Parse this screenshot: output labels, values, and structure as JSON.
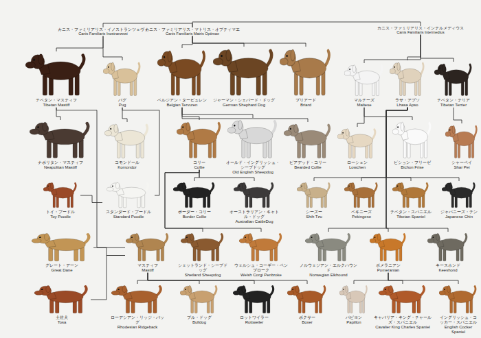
{
  "diagram": {
    "nodes": [
      {
        "text": [
          "カニス・ファミリアリス・イノストランツェヴィ",
          "Canis Familiaris Inostranzewi"
        ]
      },
      {
        "text": [
          "カニス・ファミリアリス・マトリス・オプティマエ",
          "Canis Familiaris Matris Optimae"
        ]
      },
      {
        "text": [
          "カニス・ファミリアリス・インテルメディウス",
          "Canis Familiaris Intermedius"
        ]
      },
      {
        "text": [
          "チベタン・マスティフ",
          "Tibetan Mastiff"
        ]
      },
      {
        "text": [
          "パグ",
          "Pug"
        ]
      },
      {
        "text": [
          "ベルジアン・タービュレン",
          "Belgian Tervuren"
        ]
      },
      {
        "text": [
          "ジャーマン・シェパード・ドッグ",
          "German Shephard Dog"
        ]
      },
      {
        "text": [
          "ブリアード",
          "Briard"
        ]
      },
      {
        "text": [
          "マルチーズ",
          "Maltese"
        ]
      },
      {
        "text": [
          "ラサ・アプソ",
          "Lhasa Apso"
        ]
      },
      {
        "text": [
          "チベタン・テリア",
          "Tibetan Terrier"
        ]
      },
      {
        "text": [
          "ナポリタン・マスティフ",
          "Neapolitan Mastiff"
        ]
      },
      {
        "text": [
          "コモンドール",
          "Komondor"
        ]
      },
      {
        "text": [
          "コリー",
          "Collie"
        ]
      },
      {
        "text": [
          "オールド・イングリッシュ・シープドッグ",
          "Old English Sheepdog"
        ]
      },
      {
        "text": [
          "ビアデッド・コリー",
          "Bearded Collie"
        ]
      },
      {
        "text": [
          "ローシェン",
          "Lowchen"
        ]
      },
      {
        "text": [
          "ビション・フリーゼ",
          "Bichon Frise"
        ]
      },
      {
        "text": [
          "シャーペイ",
          "Shar Pei"
        ]
      },
      {
        "text": [
          "トイ・プードル",
          "Toy Poodle"
        ]
      },
      {
        "text": [
          "スタンダード・プードル",
          "Standard Poodle"
        ]
      },
      {
        "text": [
          "ボーダー・コリー",
          "Border Collie"
        ]
      },
      {
        "text": [
          "オーストラリアン・キャトル・ドッグ",
          "Australian CattleDog"
        ]
      },
      {
        "text": [
          "シーズー",
          "Shih Tzu"
        ]
      },
      {
        "text": [
          "ペキニーズ",
          "Pekingese"
        ]
      },
      {
        "text": [
          "チベタン・スパニエル",
          "Tibetan Spaniel"
        ]
      },
      {
        "text": [
          "ジャパニーズ・チン",
          "Japanese Chin"
        ]
      },
      {
        "text": [
          "グレート・デーン",
          "Great Dane"
        ]
      },
      {
        "text": [
          "マスティフ",
          "Mastiff"
        ]
      },
      {
        "text": [
          "シェットランド・シープドッグ",
          "Shetland Sheepdog"
        ]
      },
      {
        "text": [
          "ウェルシュ・コーギー・ペンブローク",
          "Welsh Corgi Penbroke"
        ]
      },
      {
        "text": [
          "ノルウェジアン・エルクハウンド",
          "Norwegian Elkhound"
        ]
      },
      {
        "text": [
          "ポメラニアン",
          "Pomeranian"
        ]
      },
      {
        "text": [
          "キースホンド",
          "Keeshond"
        ]
      },
      {
        "text": [
          "土佐犬",
          "Tosa"
        ]
      },
      {
        "text": [
          "ローデシアン・リッジ・バッグ",
          "Rhodesian Ridgeback"
        ]
      },
      {
        "text": [
          "ブル・ドッグ",
          "Bulldog"
        ]
      },
      {
        "text": [
          "ロットワイラー",
          "Rottweiler"
        ]
      },
      {
        "text": [
          "ボクサー",
          "Boxer"
        ]
      },
      {
        "text": [
          "パピヨン",
          "Papillon"
        ]
      },
      {
        "text": [
          "キャバリア・キング・チャールズ・スパニエル",
          "Cavalier King Charles Spaniel"
        ]
      },
      {
        "text": [
          "イングリッシュ・コッカー・スパニエル",
          "English Cocker Spaniel"
        ]
      }
    ],
    "edges": [
      {
        "from": 0,
        "to": 1,
        "arrow": "none"
      },
      {
        "from": 1,
        "to": 2,
        "arrow": "none"
      },
      {
        "from": 0,
        "to": 3,
        "arrow": "none"
      },
      {
        "from": 0,
        "to": 4,
        "arrow": "none"
      },
      {
        "from": 1,
        "to": 5,
        "arrow": "none"
      },
      {
        "from": 1,
        "to": 6,
        "arrow": "none"
      },
      {
        "from": 1,
        "to": 7,
        "arrow": "none"
      },
      {
        "from": 2,
        "to": 8,
        "arrow": "none"
      },
      {
        "from": 2,
        "to": 9,
        "arrow": "none"
      },
      {
        "from": 2,
        "to": 10,
        "arrow": "none"
      },
      {
        "from": 3,
        "to": 11,
        "arrow": "none"
      },
      {
        "from": 3,
        "to": 28,
        "arrow": "none"
      },
      {
        "from": 4,
        "to": 12,
        "arrow": "none"
      },
      {
        "from": 4,
        "to": 20,
        "arrow": "none"
      },
      {
        "from": 20,
        "to": 19,
        "arrow": "none"
      },
      {
        "from": 5,
        "to": 13,
        "arrow": "none"
      },
      {
        "from": 5,
        "to": 14,
        "arrow": "none"
      },
      {
        "from": 5,
        "to": 15,
        "arrow": "none"
      },
      {
        "from": 13,
        "to": 21,
        "arrow": "none"
      },
      {
        "from": 13,
        "to": 22,
        "arrow": "none"
      },
      {
        "from": 13,
        "to": 29,
        "arrow": "none"
      },
      {
        "from": 13,
        "to": 30,
        "arrow": "none"
      },
      {
        "from": 8,
        "to": 16,
        "arrow": "none"
      },
      {
        "from": 8,
        "to": 17,
        "arrow": "none"
      },
      {
        "from": 9,
        "to": 23,
        "arrow": "none"
      },
      {
        "from": 9,
        "to": 24,
        "arrow": "none"
      },
      {
        "from": 9,
        "to": 25,
        "arrow": "none"
      },
      {
        "from": 9,
        "to": 26,
        "arrow": "none"
      },
      {
        "from": 9,
        "to": 31,
        "arrow": "none"
      },
      {
        "from": 9,
        "to": 32,
        "arrow": "none"
      },
      {
        "from": 9,
        "to": 33,
        "arrow": "none"
      },
      {
        "from": 10,
        "to": 18,
        "arrow": "none"
      },
      {
        "from": 28,
        "to": 27,
        "arrow": "none"
      },
      {
        "from": 28,
        "to": 34,
        "arrow": "none"
      },
      {
        "from": 28,
        "to": 35,
        "arrow": "none"
      },
      {
        "from": 28,
        "to": 36,
        "arrow": "none"
      },
      {
        "from": 28,
        "to": 37,
        "arrow": "none"
      },
      {
        "from": 28,
        "to": 38,
        "arrow": "none"
      },
      {
        "from": 32,
        "to": 39,
        "arrow": "none"
      },
      {
        "from": 32,
        "to": 40,
        "arrow": "none"
      },
      {
        "from": 32,
        "to": 41,
        "arrow": "none"
      }
    ]
  }
}
